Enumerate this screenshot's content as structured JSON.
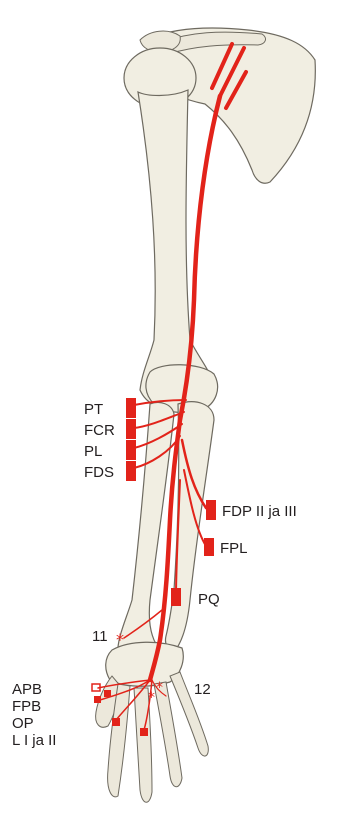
{
  "colors": {
    "nerve": "#e2231a",
    "bone_fill": "#f1eee2",
    "bone_outline": "#6e6a60",
    "text": "#231f20"
  },
  "labels": {
    "pt": "PT",
    "fcr": "FCR",
    "pl": "PL",
    "fds": "FDS",
    "fdp": "FDP II ja III",
    "fpl": "FPL",
    "pq": "PQ",
    "n11": "11",
    "n12": "12",
    "apb": "APB",
    "fpb": "FPB",
    "op": "OP",
    "lumbricals": "L I ja II"
  }
}
